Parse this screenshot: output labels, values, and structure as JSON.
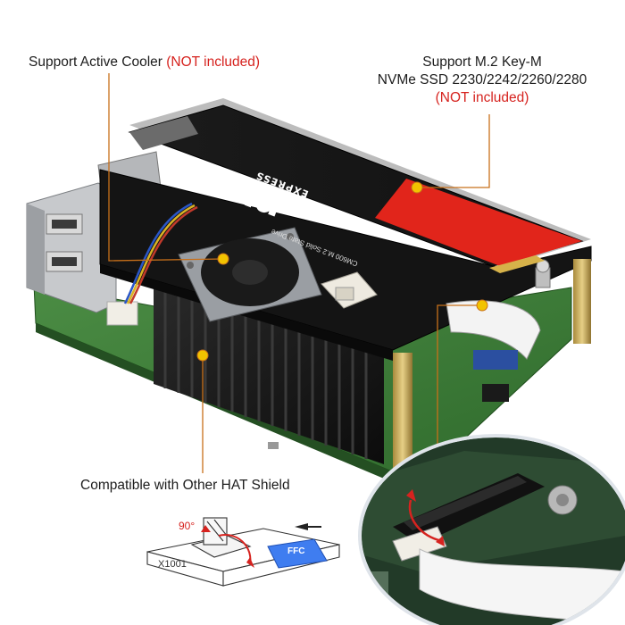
{
  "annotations": {
    "cooler": {
      "text": "Support Active Cooler",
      "note": "(NOT included)"
    },
    "ssd": {
      "line1": "Support M.2 Key-M",
      "line2": "NVMe SSD 2230/2242/2260/2280",
      "note": "(NOT included)"
    },
    "hat": {
      "text": "Compatible with Other HAT Shield"
    }
  },
  "ssd_label": {
    "brand": "nvm",
    "sub": "EXPRESS",
    "desc": "CM600 M.2 Solid State Drive"
  },
  "diagram": {
    "angle": "90°",
    "part": "X1001",
    "cable": "FFC"
  },
  "colors": {
    "accent_red": "#d6231f",
    "leader_line": "#c8701a",
    "pcb_green": "#3f7d3a",
    "ssd_red": "#e1251b"
  }
}
